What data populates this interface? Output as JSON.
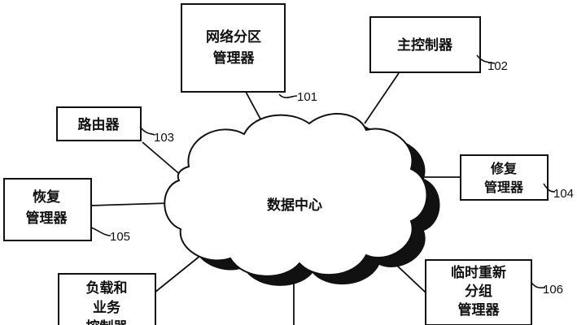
{
  "colors": {
    "stroke": "#111111",
    "box_fill": "#ffffff",
    "shadow": "#111111",
    "background": "#ffffff"
  },
  "center": {
    "label": "数据中心"
  },
  "nodes": {
    "network_partition_manager": {
      "lines": [
        "网络分区",
        "管理器"
      ],
      "ref": "101"
    },
    "main_controller": {
      "lines": [
        "主控制器"
      ],
      "ref": "102"
    },
    "router": {
      "lines": [
        "路由器"
      ],
      "ref": "103"
    },
    "repair_manager": {
      "lines": [
        "修复",
        "管理器"
      ],
      "ref": "104"
    },
    "recovery_manager": {
      "lines": [
        "恢复",
        "管理器"
      ],
      "ref": "105"
    },
    "temp_regroup_manager": {
      "lines": [
        "临时重新",
        "分组",
        "管理器"
      ],
      "ref": "106"
    },
    "load_business_controller": {
      "lines": [
        "负载和",
        "业务",
        "控制器"
      ]
    }
  }
}
